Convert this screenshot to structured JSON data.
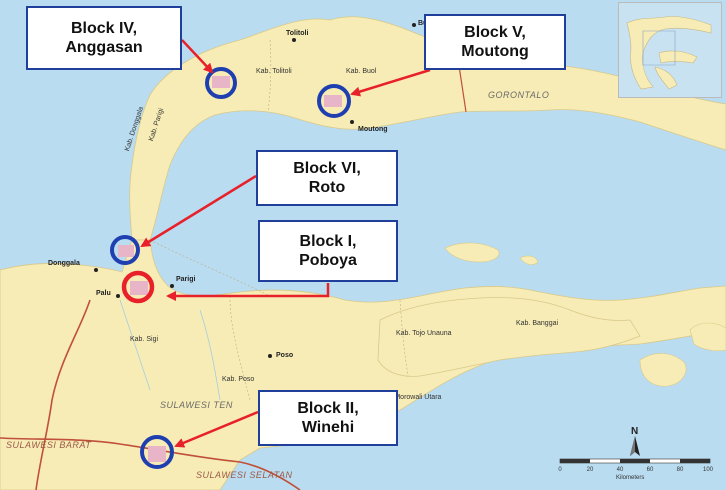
{
  "callouts": {
    "block4": {
      "line1": "Block IV,",
      "line2": "Anggasan"
    },
    "block5": {
      "line1": "Block V,",
      "line2": "Moutong"
    },
    "block6": {
      "line1": "Block VI,",
      "line2": "Roto"
    },
    "block1": {
      "line1": "Block I,",
      "line2": "Poboya"
    },
    "block2": {
      "line1": "Block II,",
      "line2": "Winehi"
    }
  },
  "places": {
    "tolitoli": "Tolitoli",
    "buol": "Buol",
    "kab_tolitoli": "Kab. Tolitoli",
    "kab_buol": "Kab. Buol",
    "moutong": "Moutong",
    "gorontalo": "GORONTALO",
    "kab_donggala": "Kab. Donggala",
    "kab_parigi": "Kab. Parigi",
    "donggala": "Donggala",
    "parigi": "Parigi",
    "palu": "Palu",
    "kab_sigi": "Kab. Sigi",
    "poso": "Poso",
    "kab_poso": "Kab. Poso",
    "kab_tojo_unauna": "Kab. Tojo Unauna",
    "kab_banggai": "Kab. Banggai",
    "kab_morowali_utara": "Kab. Morowali Utara",
    "sulawesi_tengah": "SULAWESI TEN",
    "sulawesi_barat": "SULAWESI BARAT",
    "sulawesi_selatan": "SULAWESI SELATAN"
  },
  "scale": {
    "ticks": [
      "0",
      "20",
      "40",
      "60",
      "80",
      "100"
    ],
    "unit": "Kilometers"
  },
  "north_label": "N",
  "colors": {
    "sea": "#b9dcf0",
    "land": "#f7ecb5",
    "border": "#c0503a",
    "callout_border": "#1f3f9a",
    "block_ring": "#1f3fb0",
    "block_ring_highlight": "#e8202a",
    "arrow": "#e8202a"
  }
}
